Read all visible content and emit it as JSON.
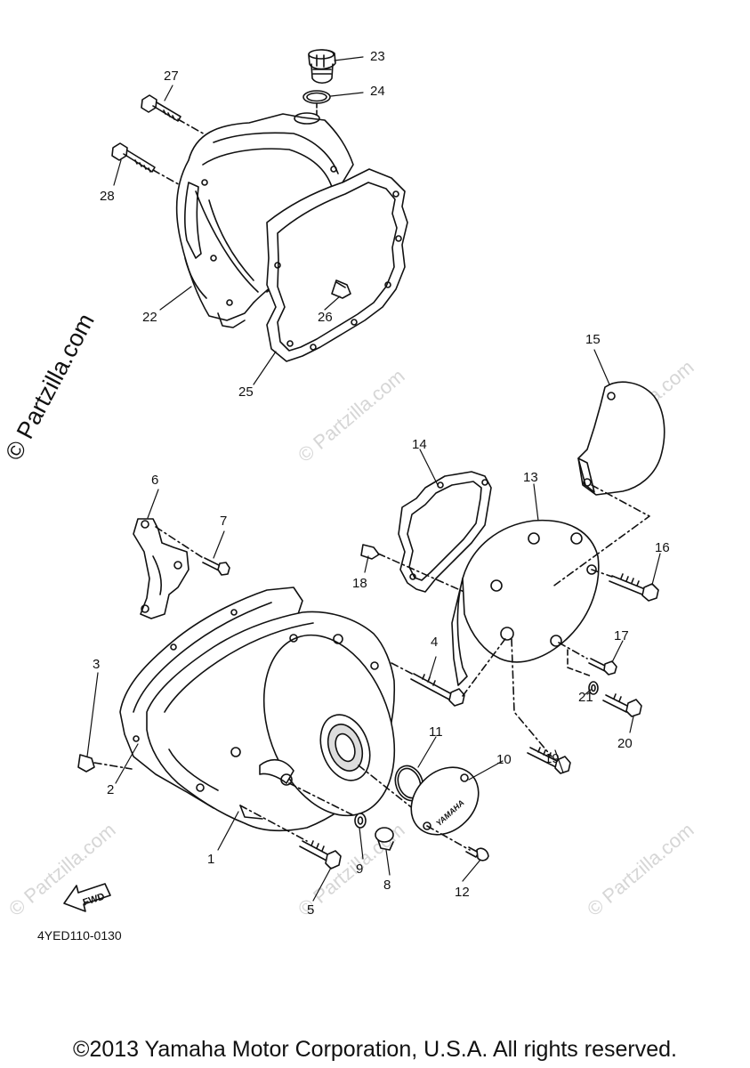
{
  "watermark_text": "© Partzilla.com",
  "diagram_code": "4YED110-0130",
  "copyright": "©2013 Yamaha Motor Corporation, U.S.A. All rights reserved.",
  "fwd_label": "FWD",
  "cover_logo": "YAMAHA",
  "callouts": [
    {
      "id": "1",
      "label": "1"
    },
    {
      "id": "2",
      "label": "2"
    },
    {
      "id": "3",
      "label": "3"
    },
    {
      "id": "4",
      "label": "4"
    },
    {
      "id": "5",
      "label": "5"
    },
    {
      "id": "6",
      "label": "6"
    },
    {
      "id": "7",
      "label": "7"
    },
    {
      "id": "8",
      "label": "8"
    },
    {
      "id": "9",
      "label": "9"
    },
    {
      "id": "10",
      "label": "10"
    },
    {
      "id": "11",
      "label": "11"
    },
    {
      "id": "12",
      "label": "12"
    },
    {
      "id": "13",
      "label": "13"
    },
    {
      "id": "14",
      "label": "14"
    },
    {
      "id": "15",
      "label": "15"
    },
    {
      "id": "16",
      "label": "16"
    },
    {
      "id": "17",
      "label": "17"
    },
    {
      "id": "18",
      "label": "18"
    },
    {
      "id": "19",
      "label": "19"
    },
    {
      "id": "20",
      "label": "20"
    },
    {
      "id": "21",
      "label": "21"
    },
    {
      "id": "22",
      "label": "22"
    },
    {
      "id": "23",
      "label": "23"
    },
    {
      "id": "24",
      "label": "24"
    },
    {
      "id": "25",
      "label": "25"
    },
    {
      "id": "26",
      "label": "26"
    },
    {
      "id": "27",
      "label": "27"
    },
    {
      "id": "28",
      "label": "28"
    }
  ]
}
